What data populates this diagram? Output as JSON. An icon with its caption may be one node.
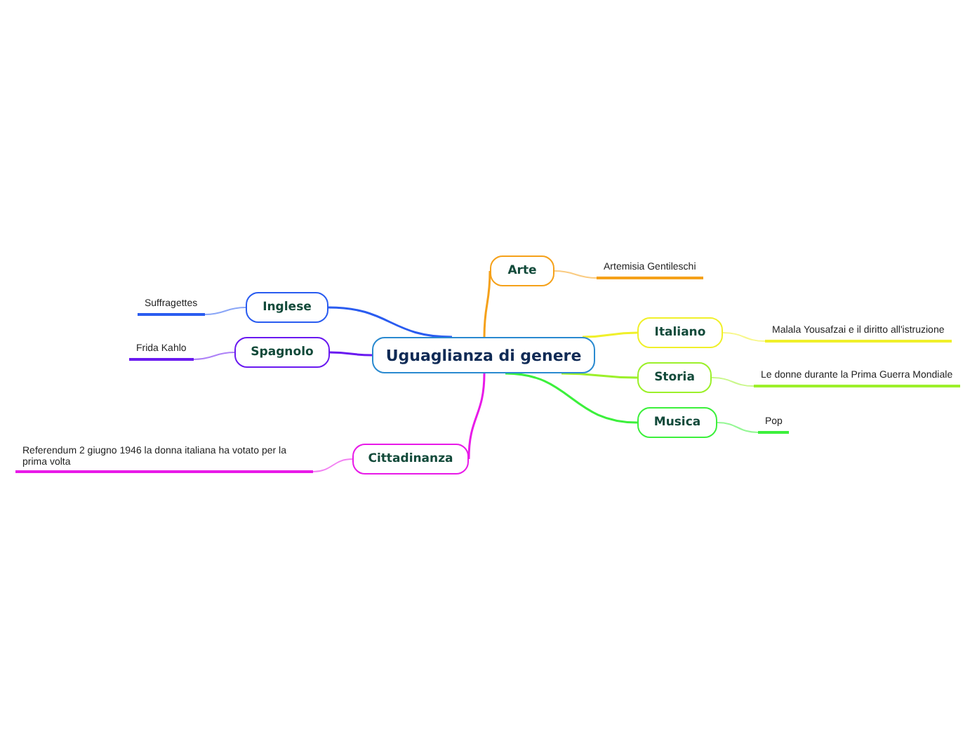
{
  "diagram": {
    "nodes": [
      {
        "text": [
          "Uguaglianza di genere"
        ]
      },
      {
        "text": [
          "Arte"
        ]
      },
      {
        "text": [
          "Artemisia Gentileschi"
        ]
      },
      {
        "text": [
          "Italiano"
        ]
      },
      {
        "text": [
          "Malala Yousafzai e il diritto all'istruzione"
        ]
      },
      {
        "text": [
          "Storia"
        ]
      },
      {
        "text": [
          "Le donne durante la Prima Guerra Mondiale"
        ]
      },
      {
        "text": [
          "Musica"
        ]
      },
      {
        "text": [
          "Pop"
        ]
      },
      {
        "text": [
          "Inglese"
        ]
      },
      {
        "text": [
          "Suffragettes"
        ]
      },
      {
        "text": [
          "Spagnolo"
        ]
      },
      {
        "text": [
          "Frida Kahlo"
        ]
      },
      {
        "text": [
          "Cittadinanza"
        ]
      },
      {
        "text": [
          "Referendum 2 giugno 1946 la donna italiana ha votato per la prima volta"
        ]
      }
    ],
    "edges": [
      {
        "from": 0,
        "to": 1,
        "arrow": "none",
        "color": "#f5a11a"
      },
      {
        "from": 1,
        "to": 2,
        "arrow": "none",
        "color": "#f5a11a"
      },
      {
        "from": 0,
        "to": 3,
        "arrow": "none",
        "color": "#f0f02a"
      },
      {
        "from": 3,
        "to": 4,
        "arrow": "none",
        "color": "#f0f02a"
      },
      {
        "from": 0,
        "to": 5,
        "arrow": "none",
        "color": "#9cf02a"
      },
      {
        "from": 5,
        "to": 6,
        "arrow": "none",
        "color": "#9cf02a"
      },
      {
        "from": 0,
        "to": 7,
        "arrow": "none",
        "color": "#3cf03c"
      },
      {
        "from": 7,
        "to": 8,
        "arrow": "none",
        "color": "#3cf03c"
      },
      {
        "from": 0,
        "to": 9,
        "arrow": "none",
        "color": "#2a5cf0"
      },
      {
        "from": 9,
        "to": 10,
        "arrow": "none",
        "color": "#2a5cf0"
      },
      {
        "from": 0,
        "to": 11,
        "arrow": "none",
        "color": "#6a1af0"
      },
      {
        "from": 11,
        "to": 12,
        "arrow": "none",
        "color": "#6a1af0"
      },
      {
        "from": 0,
        "to": 13,
        "arrow": "none",
        "color": "#e81ae8"
      },
      {
        "from": 13,
        "to": 14,
        "arrow": "none",
        "color": "#e81ae8"
      }
    ]
  }
}
